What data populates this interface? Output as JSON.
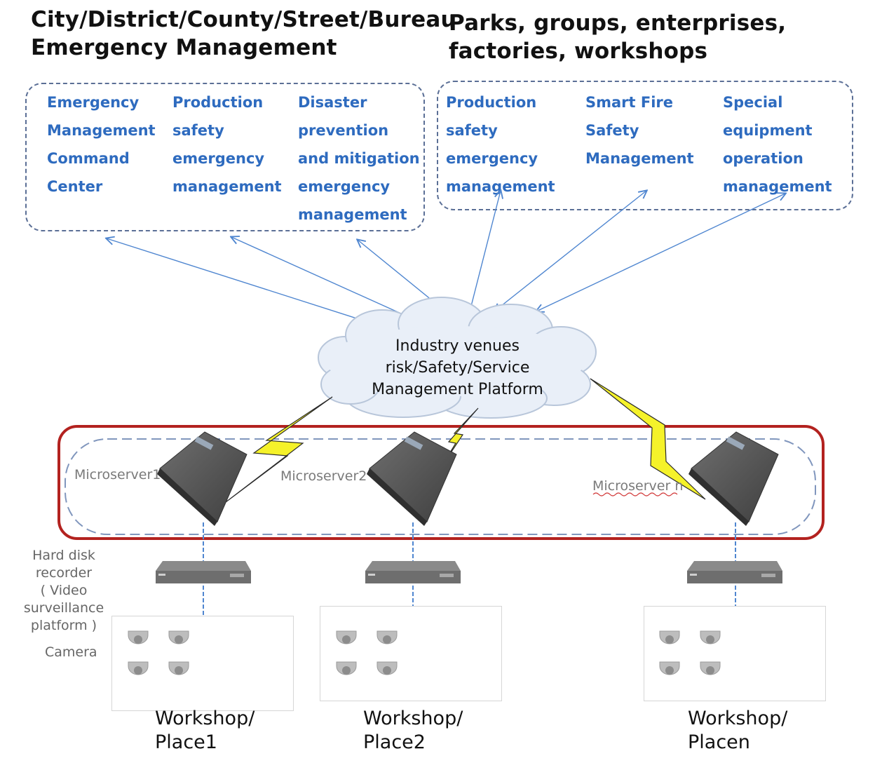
{
  "headings": {
    "left": [
      "City/District/County/Street/Bureau",
      "Emergency Management"
    ],
    "right": [
      "Parks, groups, enterprises,",
      "factories, workshops"
    ]
  },
  "left_box": {
    "items": [
      [
        "Emergency",
        "Management",
        "Command",
        "Center"
      ],
      [
        "Production",
        "safety",
        "emergency",
        "management"
      ],
      [
        "Disaster",
        "prevention",
        "and mitigation",
        "emergency",
        "management"
      ]
    ]
  },
  "right_box": {
    "items": [
      [
        "Production",
        "safety",
        "emergency",
        "management"
      ],
      [
        "Smart Fire",
        "Safety",
        "Management"
      ],
      [
        "Special",
        "equipment",
        "operation",
        "management"
      ]
    ]
  },
  "platform": {
    "lines": [
      "Industry venues",
      "risk/Safety/Service",
      "Management Platform"
    ]
  },
  "microservers": [
    "Microserver1",
    "Microserver2",
    "Microserver n"
  ],
  "side_labels": {
    "recorder": [
      "Hard disk",
      "recorder",
      "( Video",
      "surveillance",
      "platform )"
    ],
    "camera": "Camera"
  },
  "places": [
    [
      "Workshop/",
      "Place1"
    ],
    [
      "Workshop/",
      "Place2"
    ],
    [
      "Workshop/",
      "Placen"
    ]
  ],
  "colors": {
    "text_blue": "#2e6bbf",
    "arrow_blue": "#4f86d0",
    "dashed_box": "#5b6f96",
    "red_frame": "#b3221f",
    "lightning": "#f5f22a"
  }
}
